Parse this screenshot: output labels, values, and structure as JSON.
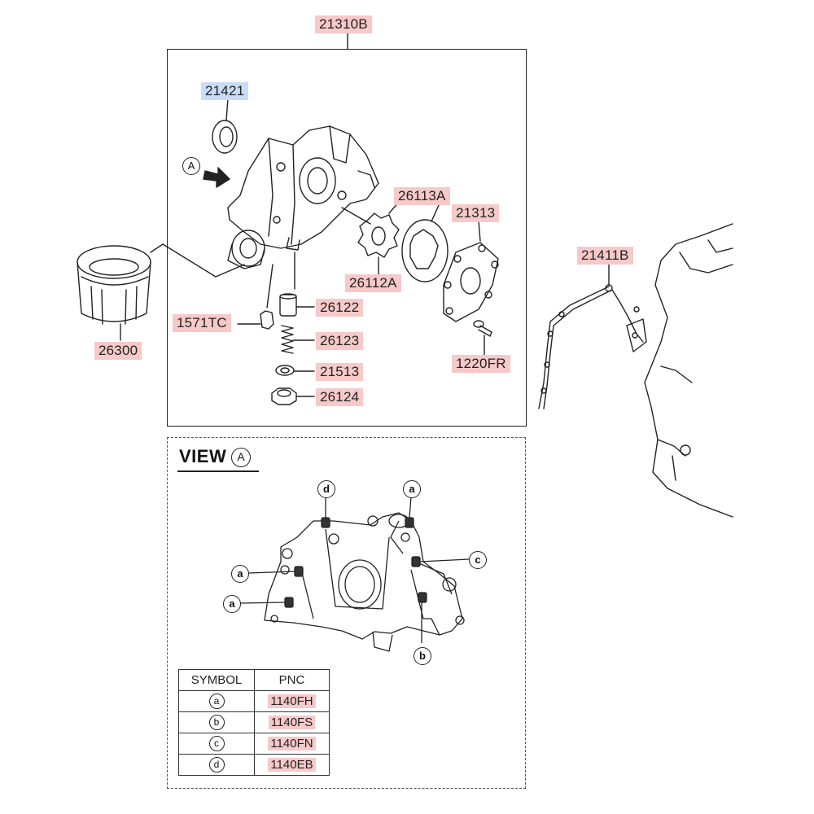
{
  "colors": {
    "label_pink": "#f7c9c9",
    "label_blue": "#c9dcf7"
  },
  "labels": {
    "p21310B": "21310B",
    "p21421": "21421",
    "p26113A": "26113A",
    "p21313": "21313",
    "p21411B": "21411B",
    "p26112A": "26112A",
    "p26122": "26122",
    "p1571TC": "1571TC",
    "p26300": "26300",
    "p26123": "26123",
    "p21513": "21513",
    "p26124": "26124",
    "p1220FR": "1220FR"
  },
  "arrow_marker": "A",
  "view": {
    "title": "VIEW",
    "marker": "A"
  },
  "callouts": {
    "a": "a",
    "b": "b",
    "c": "c",
    "d": "d"
  },
  "table": {
    "headers": [
      "SYMBOL",
      "PNC"
    ],
    "rows": [
      {
        "symbol": "a",
        "pnc": "1140FH"
      },
      {
        "symbol": "b",
        "pnc": "1140FS"
      },
      {
        "symbol": "c",
        "pnc": "1140FN"
      },
      {
        "symbol": "d",
        "pnc": "1140EB"
      }
    ]
  }
}
